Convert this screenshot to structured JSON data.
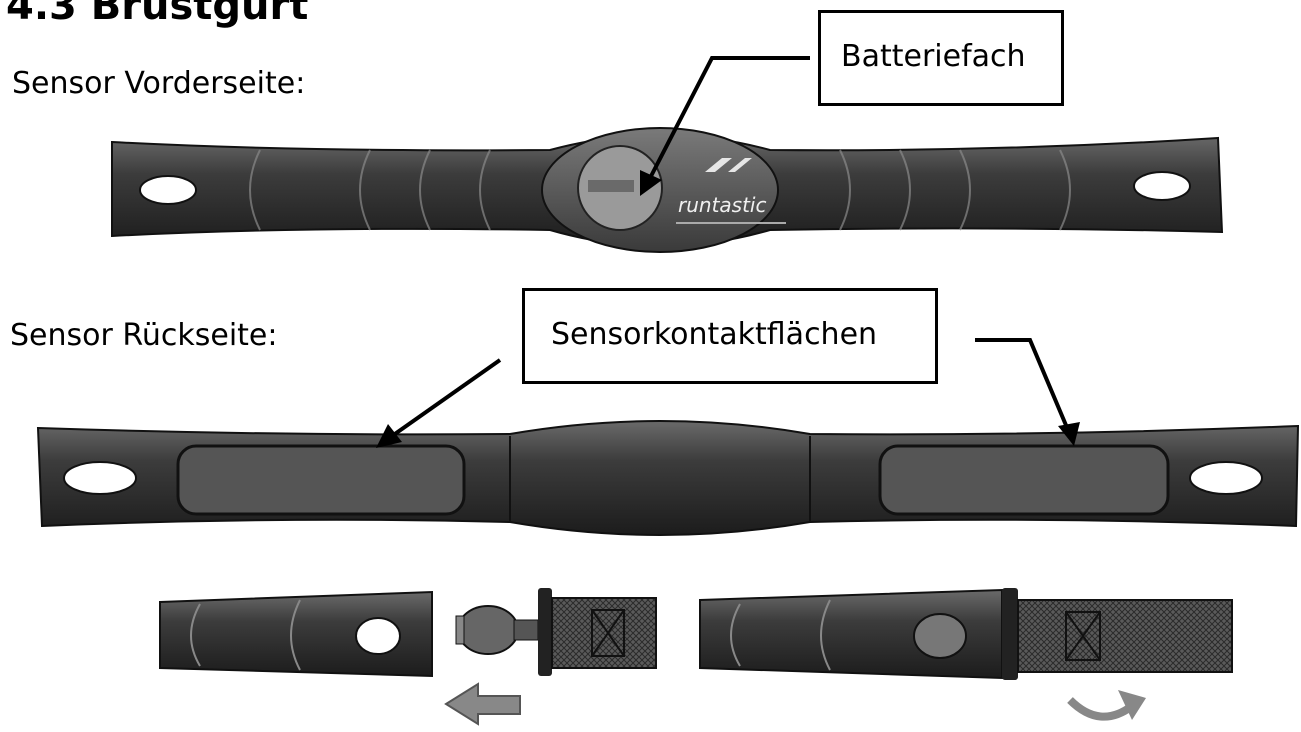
{
  "section_heading": "4.3  Brustgurt",
  "front": {
    "label": "Sensor Vorderseite:",
    "callout": "Batteriefach",
    "logo_text": "runtastic"
  },
  "back": {
    "label": "Sensor Rückseite:",
    "callout": "Sensorkontaktflächen"
  },
  "icons": [
    "battery-compartment-icon",
    "strap-fastening-arrow-icon",
    "rotate-arrow-icon"
  ]
}
